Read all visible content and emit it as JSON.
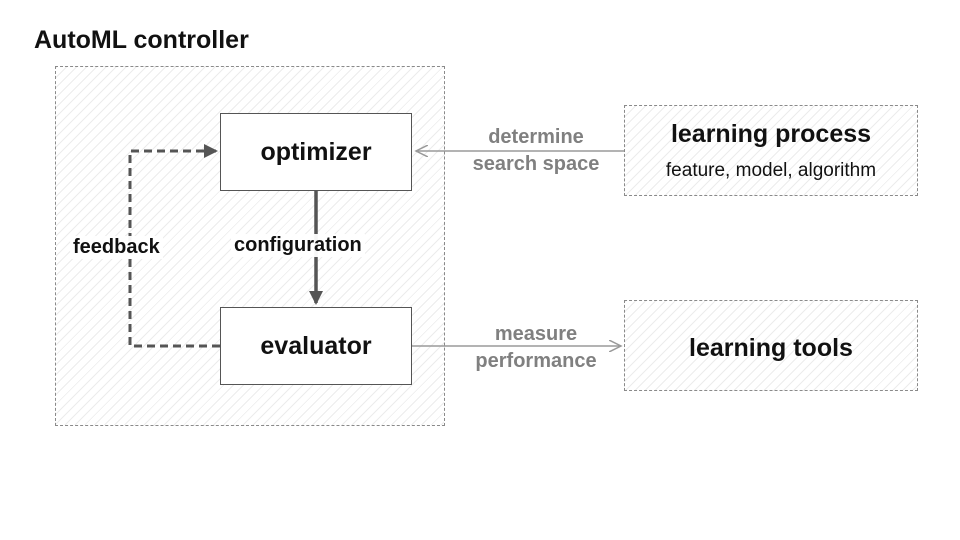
{
  "title": "AutoML controller",
  "optimizer": "optimizer",
  "evaluator": "evaluator",
  "configuration": "configuration",
  "feedback": "feedback",
  "determine_line1": "determine",
  "determine_line2": "search space",
  "measure_line1": "measure",
  "measure_line2": "performance",
  "learning_process": {
    "title": "learning process",
    "subtitle": "feature, model, algorithm"
  },
  "learning_tools": "learning tools",
  "colors": {
    "strong_line": "#555555",
    "light_line": "#9a9a9a",
    "grey_text": "#808080"
  }
}
